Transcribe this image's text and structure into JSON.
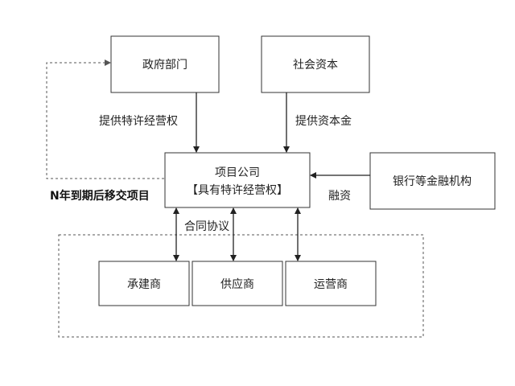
{
  "nodes": {
    "government": "政府部门",
    "social_capital": "社会资本",
    "project_company_line1": "项目公司",
    "project_company_line2": "【具有特许经营权】",
    "banks": "银行等金融机构",
    "contractor": "承建商",
    "supplier": "供应商",
    "operator": "运营商"
  },
  "edges": {
    "gov_to_company": "提供特许经营权",
    "capital_to_company": "提供资本金",
    "bank_to_company": "融资",
    "company_to_parties": "合同协议",
    "transfer_back": "N年到期后移交项目"
  }
}
